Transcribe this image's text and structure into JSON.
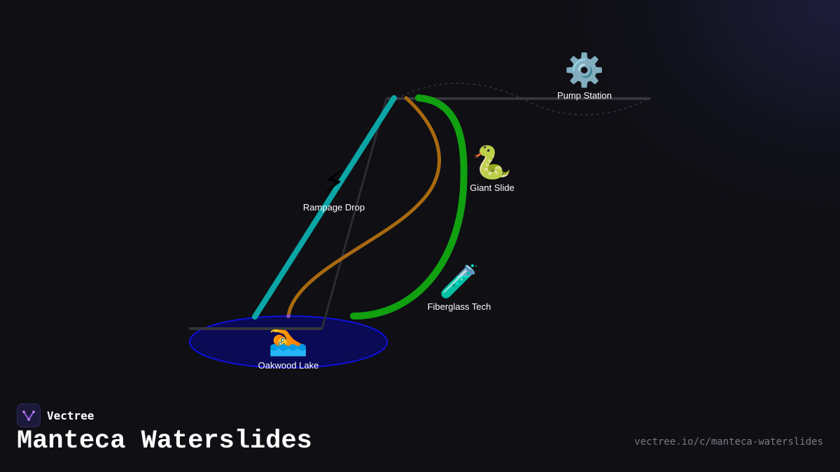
{
  "diagram": {
    "nodes": [
      {
        "id": "pump",
        "label": "Pump Station",
        "icon": "gear-icon",
        "glyph": "⚙️"
      },
      {
        "id": "slide",
        "label": "Giant Slide",
        "icon": "snake-icon",
        "glyph": "🐍"
      },
      {
        "id": "drop",
        "label": "Rampage Drop",
        "icon": "lightning-icon",
        "glyph": "⚡"
      },
      {
        "id": "tech",
        "label": "Fiberglass Tech",
        "icon": "test-tube-icon",
        "glyph": "🧪"
      },
      {
        "id": "lake",
        "label": "Oakwood Lake",
        "icon": "swimmer-icon",
        "glyph": "🏊"
      }
    ],
    "colors": {
      "teal_path": "#0aa6a6",
      "brown_path": "#a8690f",
      "green_path": "#10a010",
      "frame_line": "#35353d",
      "lake_fill": "#0a0a55",
      "lake_stroke": "#1010dd",
      "dashed_arc": "#3a3a48"
    }
  },
  "brand": {
    "name": "Vectree"
  },
  "title": "Manteca Waterslides",
  "url": "vectree.io/c/manteca-waterslides"
}
